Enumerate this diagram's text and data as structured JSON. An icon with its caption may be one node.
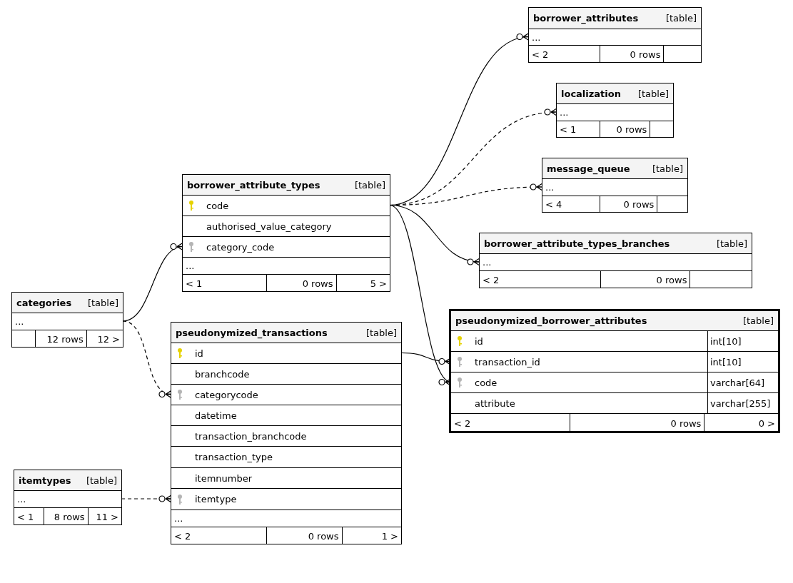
{
  "diagram": {
    "nodes": [
      {
        "text": [
          "borrower_attributes",
          "[table]"
        ]
      },
      {
        "text": [
          "..."
        ],
        "in": 0
      },
      {
        "text": [
          "< 2",
          "0 rows"
        ],
        "in": 0
      },
      {
        "text": [
          "localization",
          "[table]"
        ]
      },
      {
        "text": [
          "..."
        ],
        "in": 3
      },
      {
        "text": [
          "< 1",
          "0 rows"
        ],
        "in": 3
      },
      {
        "text": [
          "message_queue",
          "[table]"
        ]
      },
      {
        "text": [
          "..."
        ],
        "in": 6
      },
      {
        "text": [
          "< 4",
          "0 rows"
        ],
        "in": 6
      },
      {
        "text": [
          "borrower_attribute_types",
          "[table]"
        ]
      },
      {
        "text": [
          "code"
        ],
        "in": 9
      },
      {
        "text": [
          "authorised_value_category"
        ],
        "in": 9
      },
      {
        "text": [
          "category_code"
        ],
        "in": 9
      },
      {
        "text": [
          "..."
        ],
        "in": 9
      },
      {
        "text": [
          "< 1",
          "0 rows",
          "5 >"
        ],
        "in": 9
      },
      {
        "text": [
          "borrower_attribute_types_branches",
          "[table]"
        ]
      },
      {
        "text": [
          "..."
        ],
        "in": 15
      },
      {
        "text": [
          "< 2",
          "0 rows"
        ],
        "in": 15
      },
      {
        "text": [
          "categories",
          "[table]"
        ]
      },
      {
        "text": [
          "..."
        ],
        "in": 18
      },
      {
        "text": [
          "12 rows",
          "12 >"
        ],
        "in": 18
      },
      {
        "text": [
          "pseudonymized_transactions",
          "[table]"
        ]
      },
      {
        "text": [
          "id"
        ],
        "in": 21
      },
      {
        "text": [
          "branchcode"
        ],
        "in": 21
      },
      {
        "text": [
          "categorycode"
        ],
        "in": 21
      },
      {
        "text": [
          "datetime"
        ],
        "in": 21
      },
      {
        "text": [
          "transaction_branchcode"
        ],
        "in": 21
      },
      {
        "text": [
          "transaction_type"
        ],
        "in": 21
      },
      {
        "text": [
          "itemnumber"
        ],
        "in": 21
      },
      {
        "text": [
          "itemtype"
        ],
        "in": 21
      },
      {
        "text": [
          "..."
        ],
        "in": 21
      },
      {
        "text": [
          "< 2",
          "0 rows",
          "1 >"
        ],
        "in": 21
      },
      {
        "text": [
          "pseudonymized_borrower_attributes",
          "[table]"
        ]
      },
      {
        "text": [
          "id",
          "int[10]"
        ],
        "in": 32
      },
      {
        "text": [
          "transaction_id",
          "int[10]"
        ],
        "in": 32
      },
      {
        "text": [
          "code",
          "varchar[64]"
        ],
        "in": 32
      },
      {
        "text": [
          "attribute",
          "varchar[255]"
        ],
        "in": 32
      },
      {
        "text": [
          "< 2",
          "0 rows",
          "0 >"
        ],
        "in": 32
      },
      {
        "text": [
          "itemtypes",
          "[table]"
        ]
      },
      {
        "text": [
          "..."
        ],
        "in": 38
      },
      {
        "text": [
          "< 1",
          "8 rows",
          "11 >"
        ],
        "in": 38
      }
    ],
    "edges": [
      {
        "from": 10,
        "to": 1,
        "arrow": "other"
      },
      {
        "from": 10,
        "to": 4,
        "arrow": "other",
        "style": "dashed"
      },
      {
        "from": 10,
        "to": 7,
        "arrow": "other",
        "style": "dashed"
      },
      {
        "from": 10,
        "to": 16,
        "arrow": "other"
      },
      {
        "from": 10,
        "to": 35,
        "arrow": "other"
      },
      {
        "from": 19,
        "to": 12,
        "arrow": "other"
      },
      {
        "from": 19,
        "to": 24,
        "arrow": "other",
        "style": "dashed"
      },
      {
        "from": 39,
        "to": 29,
        "arrow": "other",
        "style": "dashed"
      },
      {
        "from": 22,
        "to": 34,
        "arrow": "other"
      }
    ]
  }
}
